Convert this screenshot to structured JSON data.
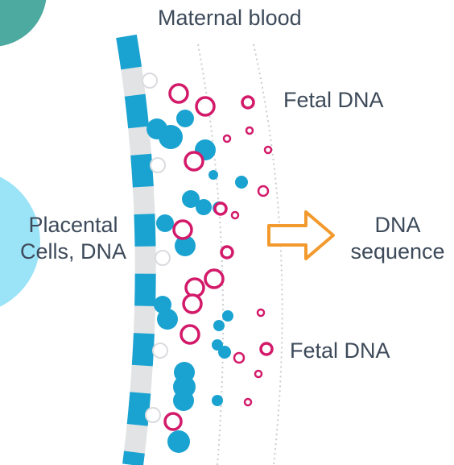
{
  "labels": {
    "maternal_blood": "Maternal blood",
    "fetal_dna_top": "Fetal DNA",
    "fetal_dna_bottom": "Fetal DNA",
    "placental_line1": "Placental",
    "placental_line2": "Cells, DNA",
    "sequence_line1": "DNA",
    "sequence_line2": "sequence"
  },
  "colors": {
    "text": "#3d4a5a",
    "placenta_blue": "#1aa3d1",
    "placenta_gray": "#e1e3e5",
    "fetal_magenta": "#d31a6a",
    "arrow_orange": "#f29a2e",
    "left_circle_blue": "#9be3f7",
    "corner_teal": "#4daaa0",
    "dotted_line": "#c9cdd1"
  },
  "icons": [
    "placental-cell-icon",
    "fetal-dna-fragment-icon",
    "right-arrow-icon"
  ]
}
